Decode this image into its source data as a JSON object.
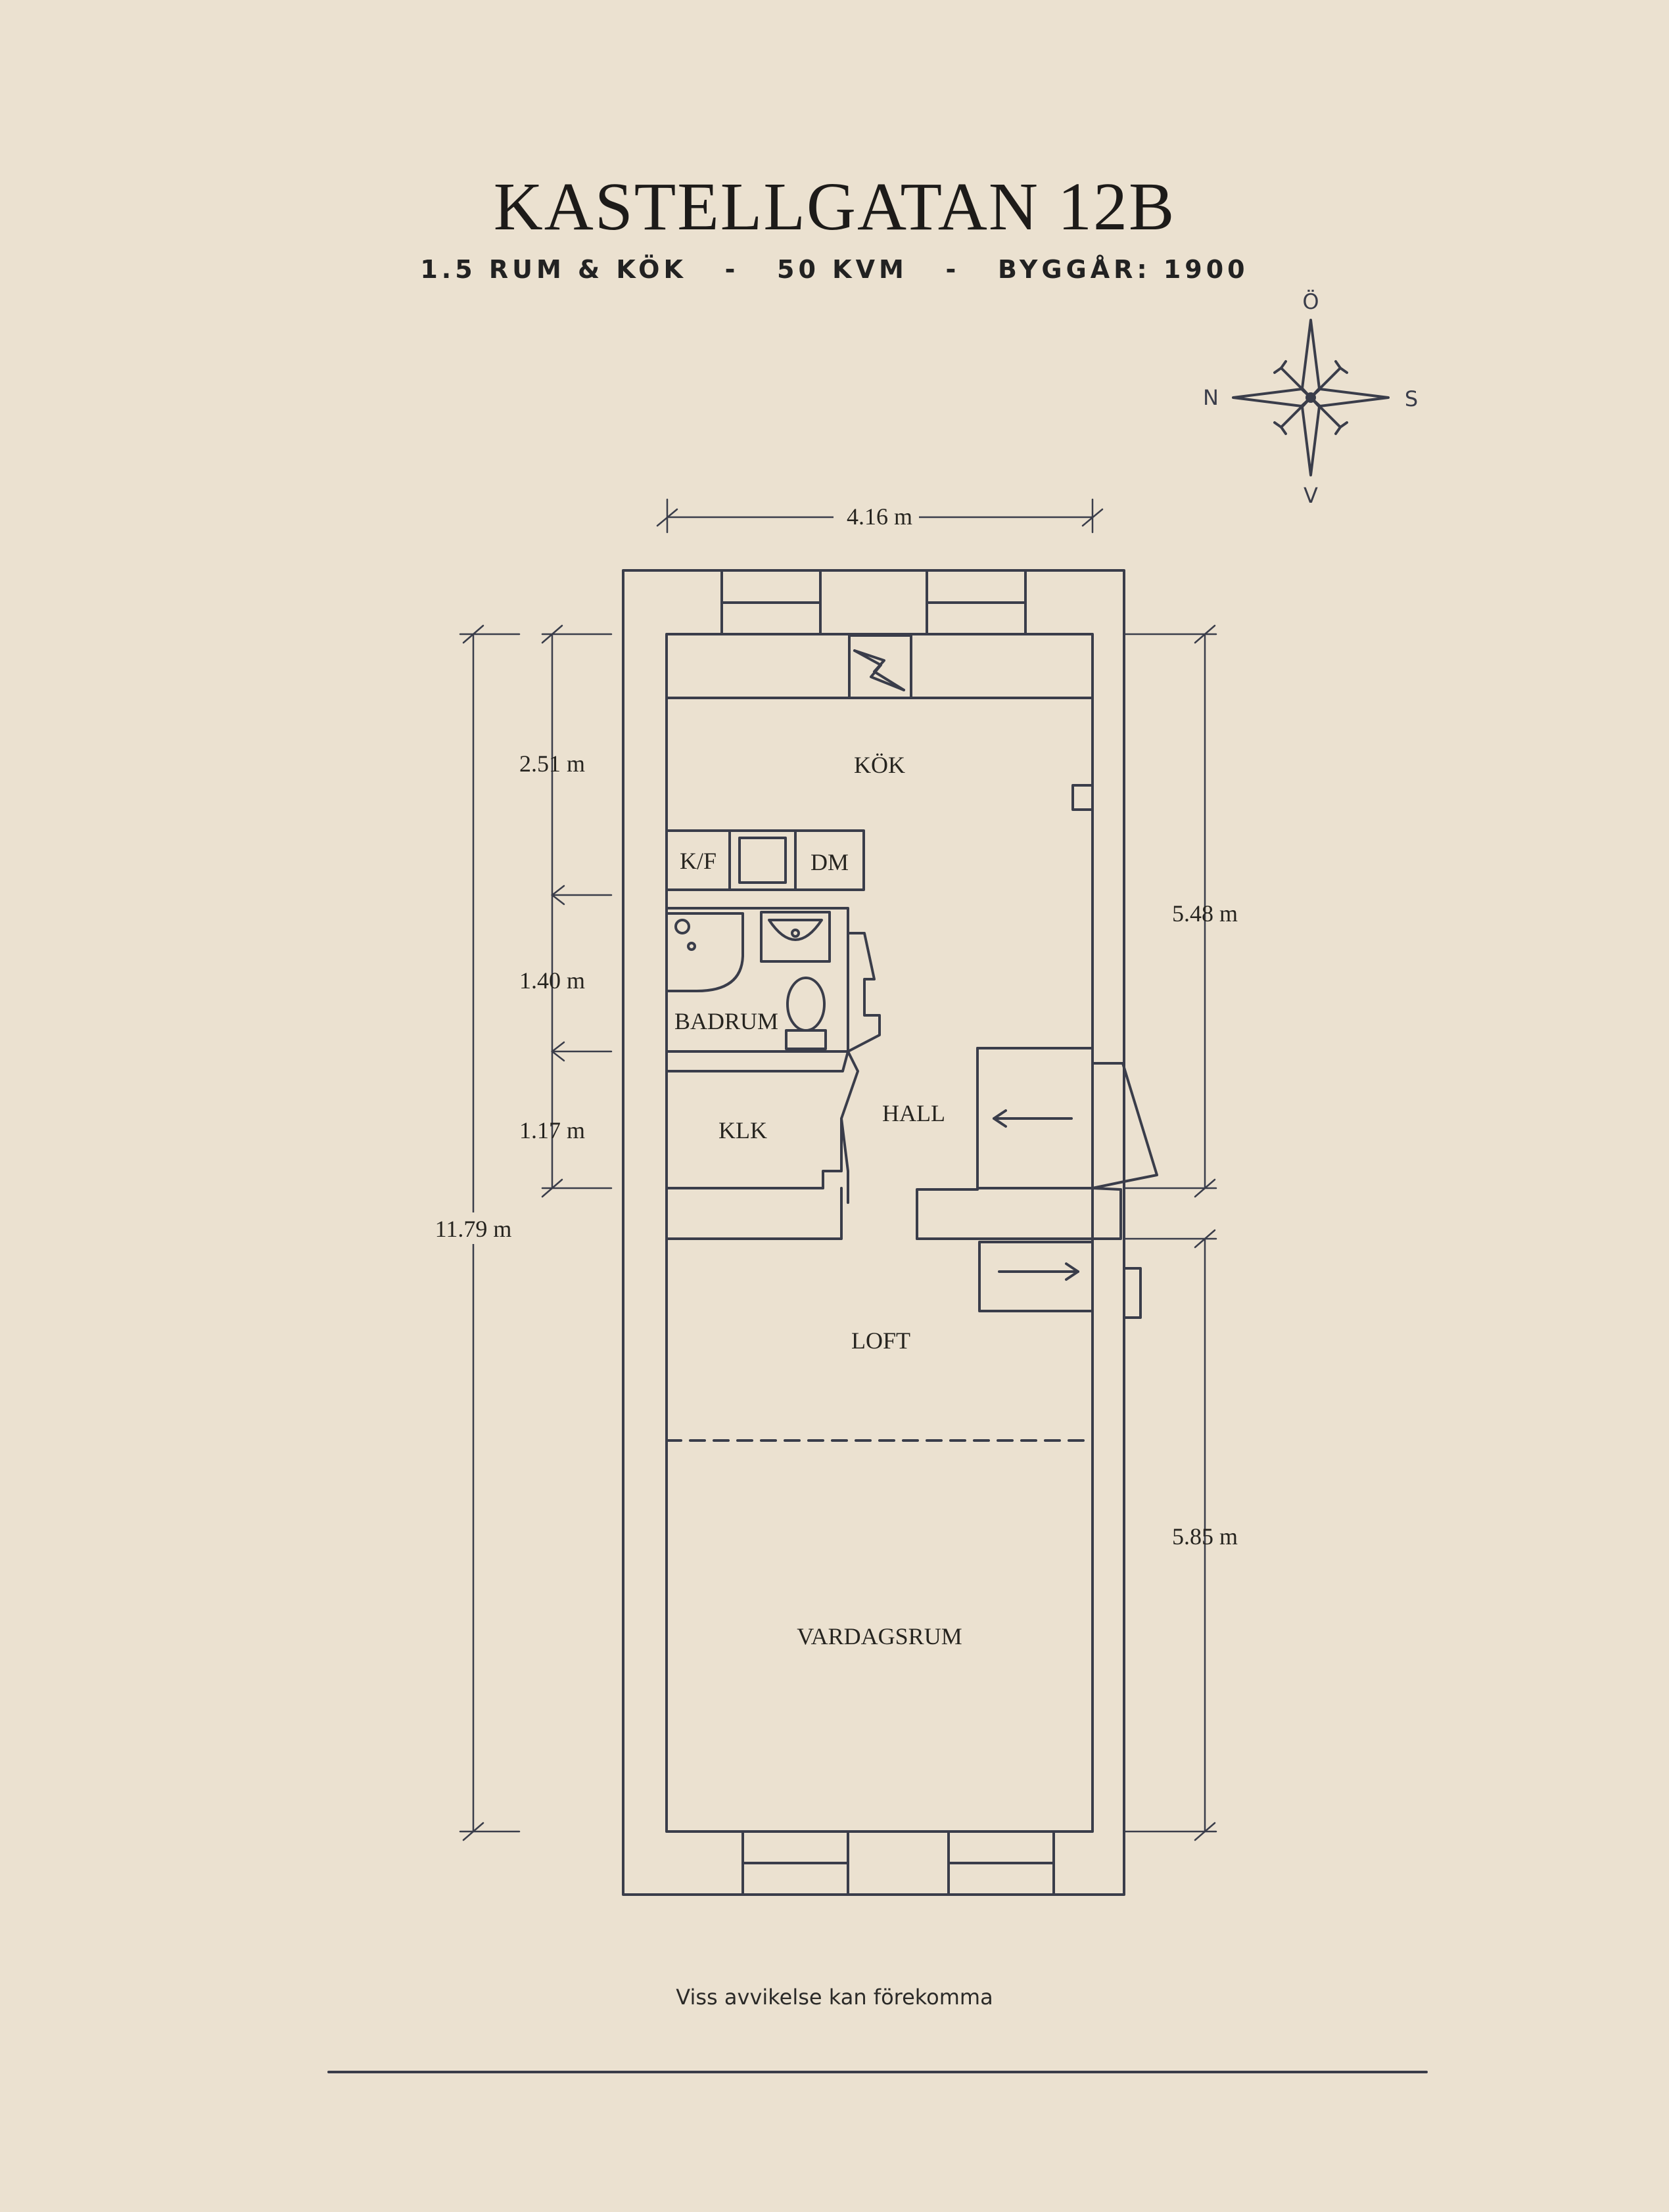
{
  "header": {
    "title": "KASTELLGATAN 12B",
    "subtitle": "1.5 RUM & KÖK   -   50 KVM   -   BYGGÅR: 1900"
  },
  "compass": {
    "north": "Ö",
    "south": "V",
    "west": "N",
    "east": "S"
  },
  "rooms": {
    "kok": "KÖK",
    "kf": "K/F",
    "dm": "DM",
    "badrum": "BADRUM",
    "klk": "KLK",
    "hall": "HALL",
    "loft": "LOFT",
    "vardagsrum": "VARDAGSRUM"
  },
  "dimensions": {
    "top_width": "4.16 m",
    "left_kok": "2.51 m",
    "left_bad": "1.40 m",
    "left_klk": "1.17 m",
    "left_total": "11.79 m",
    "right_upper": "5.48 m",
    "right_lower": "5.85 m"
  },
  "footer": {
    "note": "Viss avvikelse kan förekomma"
  },
  "colors": {
    "background": "#ebe1d0",
    "line": "#3a3d4a",
    "text": "#1f1d1b"
  }
}
